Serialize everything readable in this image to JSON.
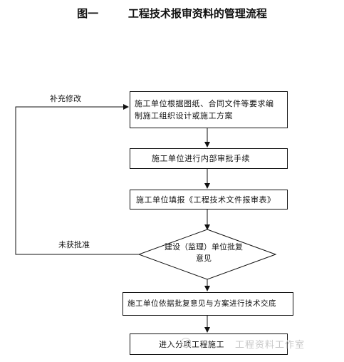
{
  "title": "图一        工程技术报审资料的管理流程",
  "nodes": {
    "step1": {
      "line1": "施工单位根据图纸、合同文件等要求编",
      "line2": "制施工组织设计或施工方案"
    },
    "step2": "施工单位进行内部审批手续",
    "step3": "施工单位填报《工程技术文件报审表》",
    "decision": "建设（监理）单位批复意见",
    "step4": "施工单位依据批复意见与方案进行技术交底",
    "step5": "进入分项工程施工"
  },
  "labels": {
    "revise": "补充修改",
    "rejected": "未获批准"
  },
  "watermark": "工程资料工作室",
  "colors": {
    "line": "#111111",
    "watermark": "#c8c8c8"
  }
}
